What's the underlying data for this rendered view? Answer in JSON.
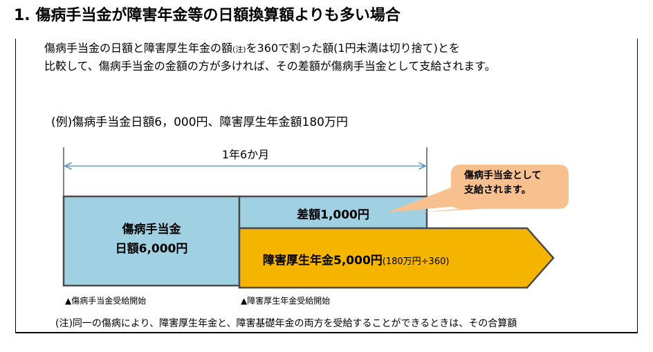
{
  "title": "1. 傷病手当金が障害年金等の日額換算額よりも多い場合",
  "intro": {
    "line1_a": "傷病手当金の日額と障害厚生年金の額",
    "line1_note": "(注)",
    "line1_b": "を360で割った額(1円未満は切り捨て)とを",
    "line2": "比較して、傷病手当金の金額の方が多ければ、その差額が傷病手当金として支給されます。"
  },
  "example": "(例)傷病手当金日額6，000円、障害厚生年金額180万円",
  "period_label": "1年6か月",
  "sickness_box": {
    "line1": "傷病手当金",
    "line2": "日額6,000円"
  },
  "difference_label": "差額1,000円",
  "pension_arrow": {
    "label": "障害厚生年金5,000円",
    "calc": "(180万円÷360)"
  },
  "callout": {
    "line1": "傷病手当金として",
    "line2": "支給されます。"
  },
  "markers": {
    "sickness_start": "▲傷病手当金受給開始",
    "pension_start": "▲障害厚生年金受給開始"
  },
  "note": "(注)同一の傷病により、障害厚生年金と、障害基礎年金の両方を受給することができるときは、その合算額",
  "colors": {
    "box_fill": "#9fd1e3",
    "arrow_fill": "#f5b400",
    "callout_fill": "#f9c08f",
    "outline": "#4a4a4a",
    "period_arrow": "#4a8fc4"
  }
}
